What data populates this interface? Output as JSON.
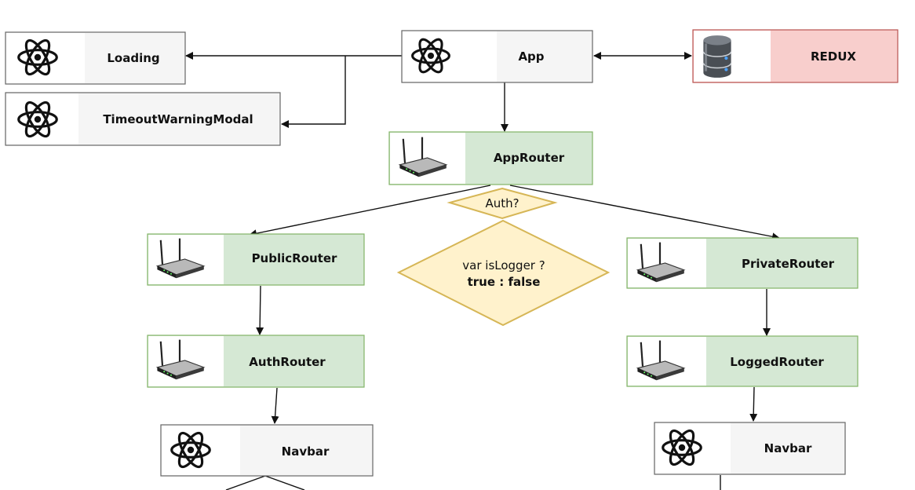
{
  "colors": {
    "react_fill": "#f5f5f5",
    "react_stroke": "#666666",
    "router_fill": "#d5e8d4",
    "router_stroke": "#82b366",
    "redux_fill": "#f8cecc",
    "redux_stroke": "#b85450",
    "decision_fill": "#fff2cc",
    "decision_stroke": "#d6b656"
  },
  "nodes": {
    "loading": {
      "label": "Loading",
      "icon": "react-icon"
    },
    "timeout_warning_modal": {
      "label": "TimeoutWarningModal",
      "icon": "react-icon"
    },
    "app": {
      "label": "App",
      "icon": "react-icon"
    },
    "redux": {
      "label": "REDUX",
      "icon": "database-icon"
    },
    "app_router": {
      "label": "AppRouter",
      "icon": "router-icon"
    },
    "public_router": {
      "label": "PublicRouter",
      "icon": "router-icon"
    },
    "private_router": {
      "label": "PrivateRouter",
      "icon": "router-icon"
    },
    "auth_router": {
      "label": "AuthRouter",
      "icon": "router-icon"
    },
    "logged_router": {
      "label": "LoggedRouter",
      "icon": "router-icon"
    },
    "navbar_left": {
      "label": "Navbar",
      "icon": "react-icon"
    },
    "navbar_right": {
      "label": "Navbar",
      "icon": "react-icon"
    }
  },
  "decisions": {
    "auth": {
      "label": "Auth?"
    },
    "is_logger": {
      "line1": "var isLogger ?",
      "line2": "true : false"
    }
  }
}
